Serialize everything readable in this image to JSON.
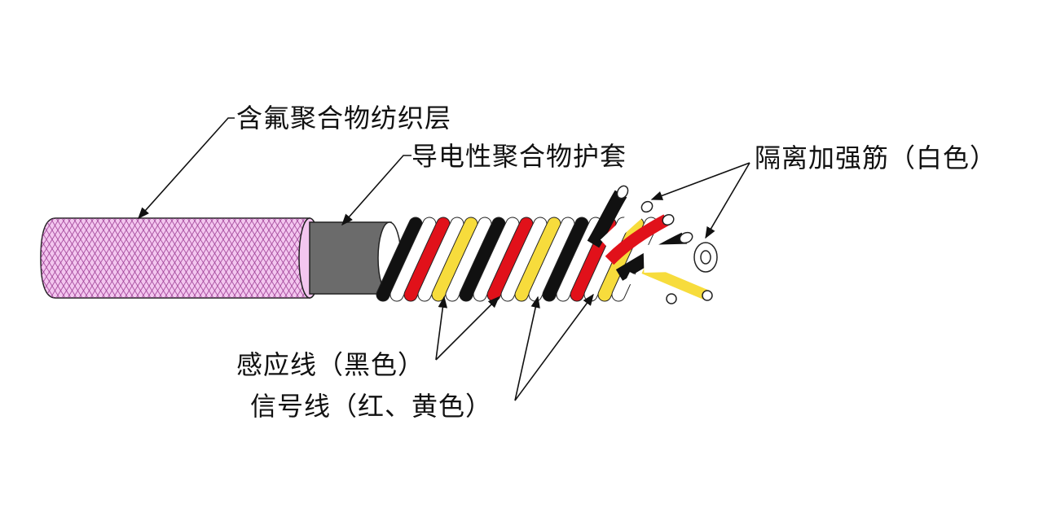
{
  "labels": {
    "outer_braid": "含氟聚合物纺织层",
    "conductive_jacket": "导电性聚合物护套",
    "strength_member": "隔离加强筋（白色）",
    "sensing_wire": "感应线（黑色）",
    "signal_wire": "信号线（红、黄色）"
  },
  "colors": {
    "braid_fill": "#f3c6ef",
    "braid_line": "#9c3d93",
    "jacket": "#6b6b6b",
    "wire_black": "#111111",
    "wire_red": "#e1111a",
    "wire_yellow": "#f7dc3c",
    "wire_white": "#ffffff",
    "outline": "#222222"
  }
}
